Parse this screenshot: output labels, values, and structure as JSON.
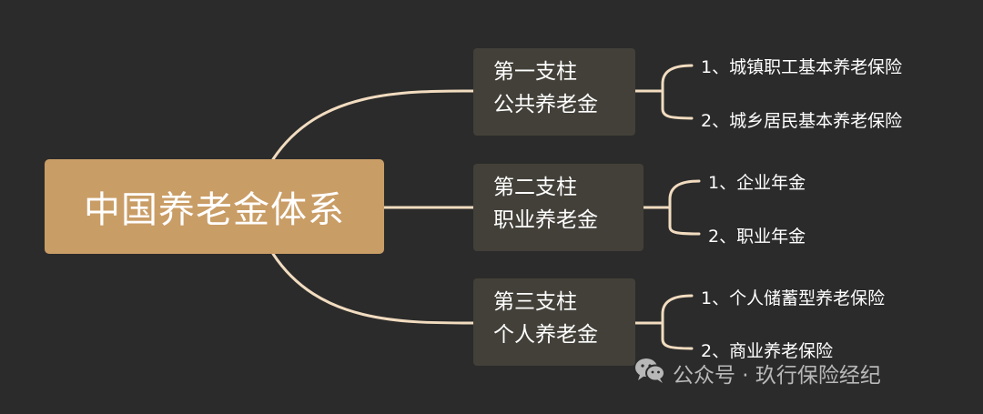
{
  "diagram": {
    "root": {
      "label": "中国养老金体系"
    },
    "pillars": [
      {
        "line1": "第一支柱",
        "line2": "公共养老金",
        "items": [
          "1、城镇职工基本养老保险",
          "2、城乡居民基本养老保险"
        ]
      },
      {
        "line1": "第二支柱",
        "line2": "职业养老金",
        "items": [
          "1、企业年金",
          "2、职业年金"
        ]
      },
      {
        "line1": "第三支柱",
        "line2": "个人养老金",
        "items": [
          "1、个人储蓄型养老保险",
          "2、商业养老保险"
        ]
      }
    ]
  },
  "watermark": {
    "icon": "wechat-icon",
    "text": "公众号 · 玖行保险经纪"
  },
  "colors": {
    "background": "#2b2b2b",
    "root_fill": "#c99d66",
    "pillar_fill": "#434039",
    "connector": "#f2dcc0"
  }
}
